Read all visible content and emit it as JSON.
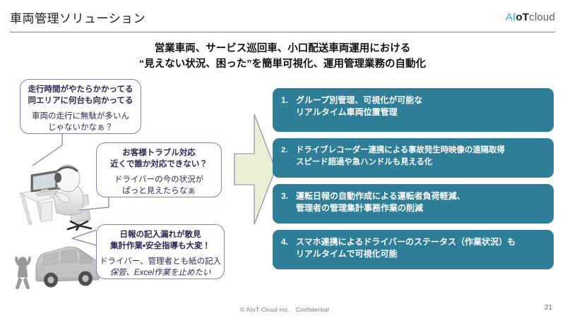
{
  "header": {
    "title": "車両管理ソリューション",
    "logo": {
      "part1": "A",
      "part2": "I",
      "part3": "oT",
      "part4": "cloud"
    }
  },
  "subtitle": {
    "line1": "営業車両、サービス巡回車、小口配送車両運用における",
    "line2": "“見えない状況、困った”を簡単可視化、運用管理業務の自動化"
  },
  "bubbles": [
    {
      "top": [
        "走行時間がやたらかかってる",
        "同エリアに何台も向かってる"
      ],
      "bottom": [
        "車両の走行に無駄が多いん",
        "じゃないかなぁ？"
      ]
    },
    {
      "top": [
        "お客様トラブル対応",
        "近くで誰か対応できない？"
      ],
      "bottom": [
        "ドライバーの今の状況が",
        "ぱっと見えたらなぁ"
      ]
    },
    {
      "top": [
        "日報の記入漏れが散見",
        "集計作業・安全指導も大変！"
      ],
      "bottom": [
        "ドライバー、管理者とも紙の記入",
        "保管、Excel作業を止めたい"
      ]
    }
  ],
  "boxes": [
    {
      "num": "1.",
      "lines": [
        "グループ別管理、可視化が可能な",
        "リアルタイム車両位置管理"
      ]
    },
    {
      "num": "2.",
      "lines": [
        "ドライブレコーダー連携による事故発生時映像の遠隔取得",
        "スピード超過や急ハンドルも見える化"
      ]
    },
    {
      "num": "3.",
      "lines": [
        "運転日報の自動作成による運転者負荷軽減、",
        "管理者の管理集計事務作業の削減"
      ]
    },
    {
      "num": "4.",
      "lines": [
        "スマホ連携によるドライバーのステータス（作業状況）も",
        "リアルタイムで可視化可能"
      ]
    }
  ],
  "icons": {
    "arrow": "right-arrow-icon",
    "desk": "person-at-desk-illustration",
    "van": "van-and-person-illustration"
  },
  "footer": {
    "copyright": "© AIoT Cloud Inc.　Confidential",
    "page": "21"
  },
  "colors": {
    "box_teal": "#2e7e97",
    "bubble_border": "#8d7fae",
    "arrow_fill": "#eaf0d4",
    "arrow_stroke": "#8d7fae",
    "logo_blue": "#2aa8e0"
  }
}
